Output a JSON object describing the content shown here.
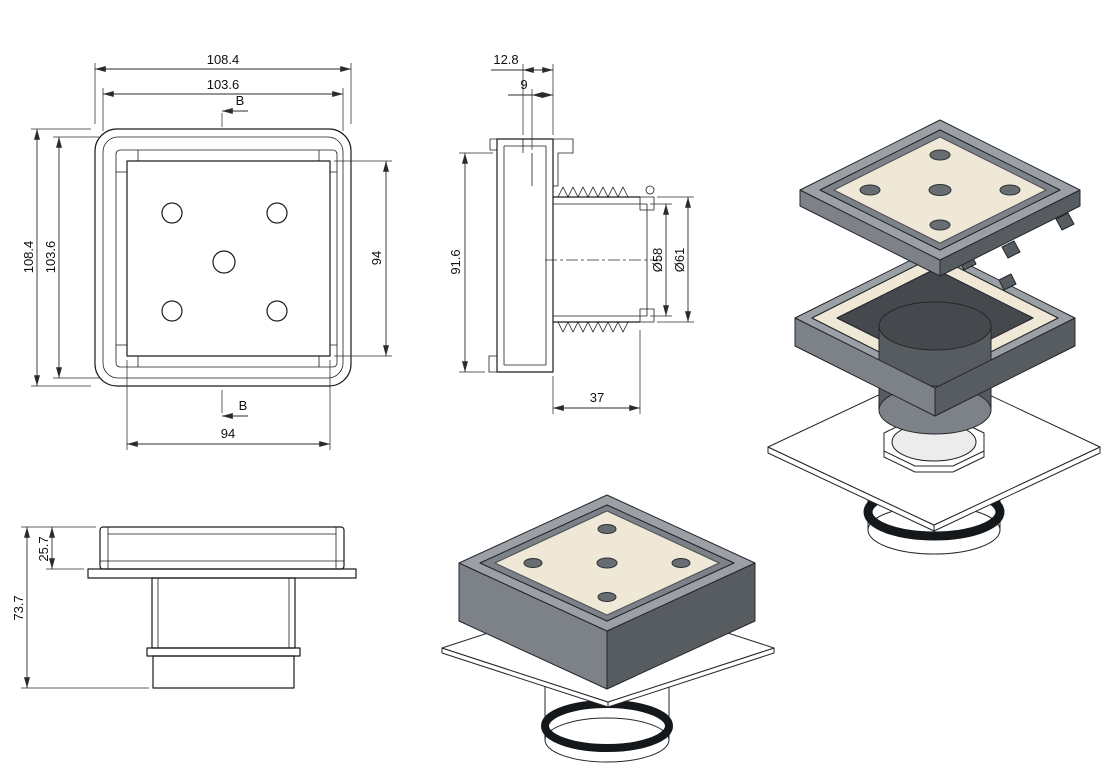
{
  "sheet": {
    "background": "#ffffff"
  },
  "colors": {
    "background": "#ffffff",
    "line": "#1c1c1c",
    "dim_line": "#2b2b2b",
    "steel_light": "#9aa0a5",
    "steel_mid": "#7c8288",
    "steel_dark": "#575c61",
    "steel_deep": "#45494d",
    "panel": "#efe8d6"
  },
  "views": {
    "top_view": {
      "dims": {
        "outer_width": "108.4",
        "inner_width": "103.6",
        "outer_height": "108.4",
        "inner_height": "103.6",
        "grate_width": "94",
        "grate_height": "94"
      },
      "section_label": "B"
    },
    "section_view": {
      "dims": {
        "rim_width": "12.8",
        "rim_step": "9",
        "body_height": "91.6",
        "outlet_inner_diameter": "Ø58",
        "outlet_outer_diameter": "Ø61",
        "outlet_length": "37"
      }
    },
    "front_view": {
      "dims": {
        "grate_frame_height": "25.7",
        "overall_height": "73.7"
      }
    }
  }
}
